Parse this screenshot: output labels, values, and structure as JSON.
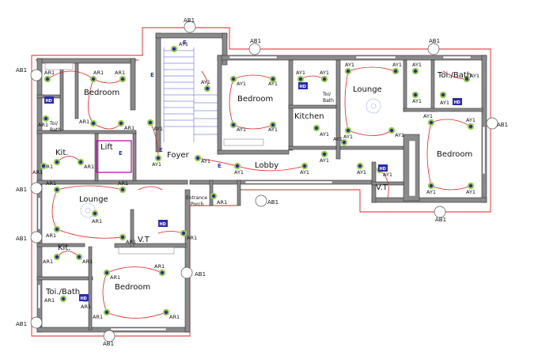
{
  "drawing": {
    "rooms": {
      "bedroom_1": "Bedroom",
      "bedroom_2": "Bedroom",
      "bedroom_3": "Bedroom",
      "bedroom_4": "Bedroom",
      "lounge_1": "Lounge",
      "lounge_2": "Lounge",
      "kitchen_1": "Kitchen",
      "kit_1": "Kit.",
      "kit_2": "Kit.",
      "lift": "Lift",
      "foyer": "Foyer",
      "lobby": "Lobby",
      "entrance_1": "Entrance",
      "entrance_2": "Porch",
      "vt_1": "V.T",
      "vt_2": "V.T",
      "toibath_1": "Toi./Bath",
      "toibath_2": "Toi./Bath",
      "toi_small_1a": "Toi/",
      "toi_small_1b": "Bath",
      "toi_small_2a": "Toi/",
      "toi_small_2b": "Bath"
    },
    "fixture_tags": {
      "ar1": "AR1",
      "ay1": "AY1",
      "ab1": "AB1",
      "e": "E",
      "hd": "HD"
    }
  }
}
